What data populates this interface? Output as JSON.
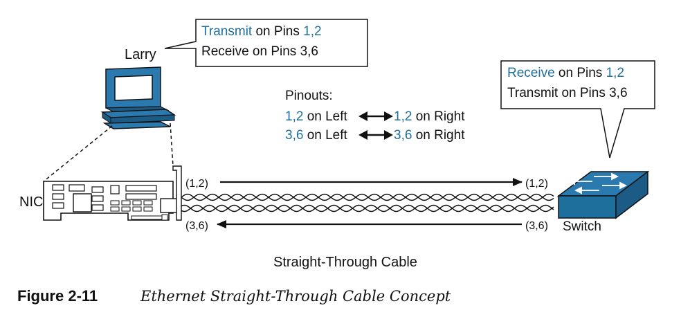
{
  "larry": {
    "name": "Larry",
    "callout": {
      "line1": {
        "blue": "Transmit",
        "mid": " on Pins ",
        "pins": "1,2"
      },
      "line2": "Receive on Pins 3,6"
    }
  },
  "switch": {
    "name": "Switch",
    "callout": {
      "line1": {
        "blue": "Receive",
        "mid": " on Pins ",
        "pins": "1,2"
      },
      "line2": "Transmit on Pins 3,6"
    }
  },
  "nic": {
    "label": "NIC"
  },
  "pinouts": {
    "title": "Pinouts:",
    "row1": {
      "left_pins": "1,2",
      "left_text": " on Left",
      "right_pins": "1,2",
      "right_text": " on Right"
    },
    "row2": {
      "left_pins": "3,6",
      "left_text": " on Left",
      "right_pins": "3,6",
      "right_text": " on Right"
    }
  },
  "wires": {
    "top_left": "(1,2)",
    "top_right": "(1,2)",
    "bottom_left": "(3,6)",
    "bottom_right": "(3,6)"
  },
  "cable_label": "Straight-Through Cable",
  "caption": {
    "number": "Figure 2-11",
    "title": "Ethernet Straight-Through Cable Concept"
  },
  "colors": {
    "accent": "#1f6f9c",
    "switch_face": "#2a7ab0",
    "switch_dark": "#1b5b86"
  }
}
